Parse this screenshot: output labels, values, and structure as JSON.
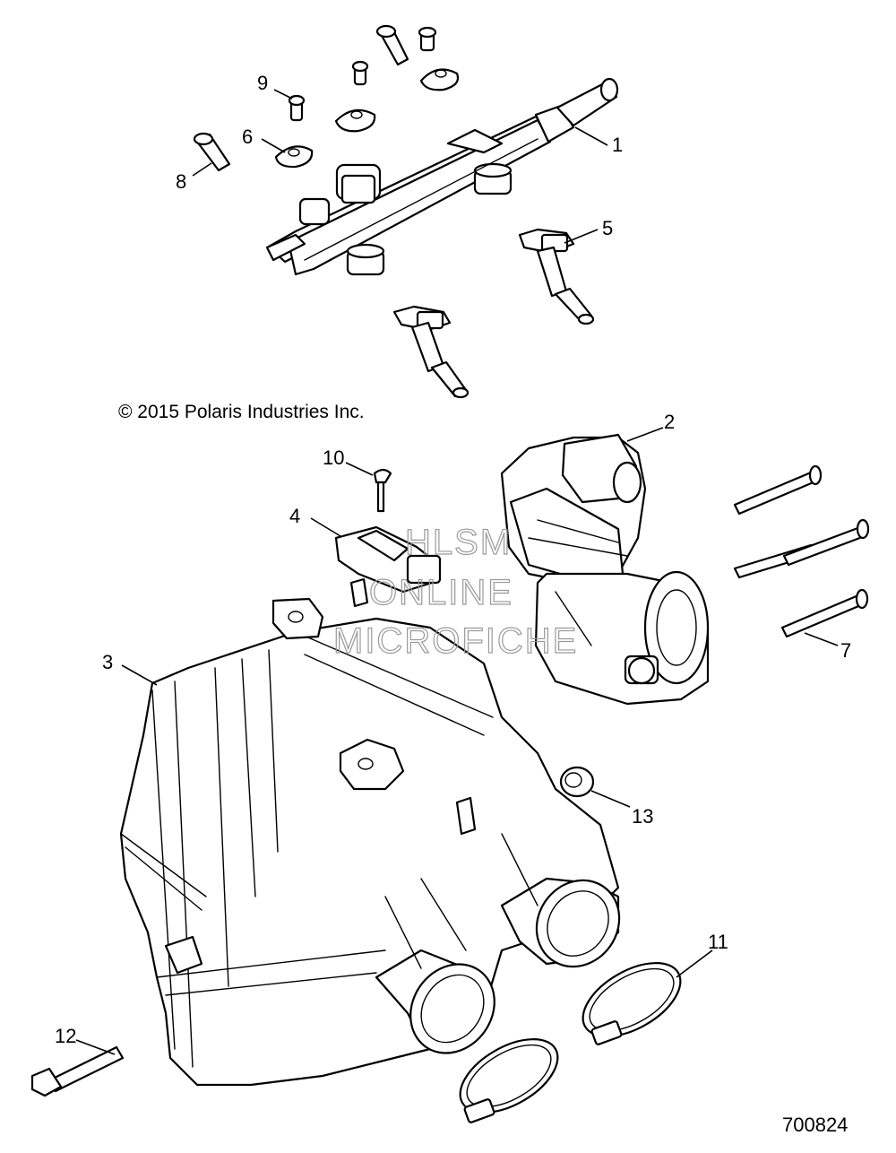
{
  "copyright": "© 2015 Polaris Industries Inc.",
  "document_number": "700824",
  "watermark": {
    "line1": "HLSM",
    "line2": "ONLINE",
    "line3": "MICROFICHE"
  },
  "callouts": [
    "1",
    "2",
    "3",
    "4",
    "5",
    "6",
    "7",
    "8",
    "9",
    "10",
    "11",
    "12",
    "13"
  ]
}
